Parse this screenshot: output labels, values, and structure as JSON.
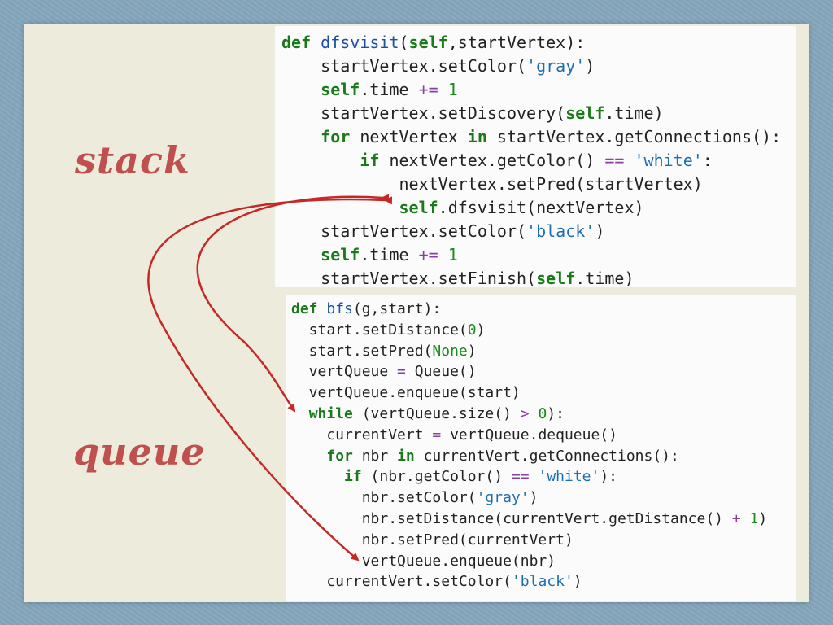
{
  "labels": {
    "stack": "stack",
    "queue": "queue"
  },
  "code_top": [
    [
      [
        "kw",
        "def "
      ],
      [
        "fn",
        "dfsvisit"
      ],
      [
        "",
        "("
      ],
      [
        "self",
        "self"
      ],
      [
        "",
        ",startVertex):"
      ]
    ],
    [
      [
        "",
        "    startVertex.setColor("
      ],
      [
        "st",
        "'gray'"
      ],
      [
        "",
        ")"
      ]
    ],
    [
      [
        "",
        "    "
      ],
      [
        "self",
        "self"
      ],
      [
        "",
        ".time "
      ],
      [
        "op",
        "+="
      ],
      [
        "nm",
        " 1"
      ]
    ],
    [
      [
        "",
        "    startVertex.setDiscovery("
      ],
      [
        "self",
        "self"
      ],
      [
        "",
        ".time)"
      ]
    ],
    [
      [
        "",
        "    "
      ],
      [
        "kw",
        "for"
      ],
      [
        "",
        " nextVertex "
      ],
      [
        "kw",
        "in"
      ],
      [
        "",
        " startVertex.getConnections():"
      ]
    ],
    [
      [
        "",
        "        "
      ],
      [
        "kw",
        "if"
      ],
      [
        "",
        " nextVertex.getColor() "
      ],
      [
        "op",
        "=="
      ],
      [
        "st",
        " 'white'"
      ],
      [
        "",
        ":"
      ]
    ],
    [
      [
        "",
        "            nextVertex.setPred(startVertex)"
      ]
    ],
    [
      [
        "",
        "            "
      ],
      [
        "self",
        "self"
      ],
      [
        "",
        ".dfsvisit(nextVertex)"
      ]
    ],
    [
      [
        "",
        "    startVertex.setColor("
      ],
      [
        "st",
        "'black'"
      ],
      [
        "",
        ")"
      ]
    ],
    [
      [
        "",
        "    "
      ],
      [
        "self",
        "self"
      ],
      [
        "",
        ".time "
      ],
      [
        "op",
        "+="
      ],
      [
        "nm",
        " 1"
      ]
    ],
    [
      [
        "",
        "    startVertex.setFinish("
      ],
      [
        "self",
        "self"
      ],
      [
        "",
        ".time)"
      ]
    ]
  ],
  "code_bottom": [
    [
      [
        "kw",
        "def "
      ],
      [
        "fn",
        "bfs"
      ],
      [
        "",
        "(g,start):"
      ]
    ],
    [
      [
        "",
        "  start.setDistance("
      ],
      [
        "nm",
        "0"
      ],
      [
        "",
        ")"
      ]
    ],
    [
      [
        "",
        "  start.setPred("
      ],
      [
        "nm",
        "None"
      ],
      [
        "",
        ")"
      ]
    ],
    [
      [
        "",
        "  vertQueue "
      ],
      [
        "op",
        "="
      ],
      [
        "",
        " Queue()"
      ]
    ],
    [
      [
        "",
        "  vertQueue.enqueue(start)"
      ]
    ],
    [
      [
        "",
        "  "
      ],
      [
        "kw",
        "while"
      ],
      [
        "",
        " (vertQueue.size() "
      ],
      [
        "op",
        ">"
      ],
      [
        "nm",
        " 0"
      ],
      [
        "",
        "):"
      ]
    ],
    [
      [
        "",
        "    currentVert "
      ],
      [
        "op",
        "="
      ],
      [
        "",
        " vertQueue.dequeue()"
      ]
    ],
    [
      [
        "",
        "    "
      ],
      [
        "kw",
        "for"
      ],
      [
        "",
        " nbr "
      ],
      [
        "kw",
        "in"
      ],
      [
        "",
        " currentVert.getConnections():"
      ]
    ],
    [
      [
        "",
        "      "
      ],
      [
        "kw",
        "if"
      ],
      [
        "",
        " (nbr.getColor() "
      ],
      [
        "op",
        "=="
      ],
      [
        "st",
        " 'white'"
      ],
      [
        "",
        "):"
      ]
    ],
    [
      [
        "",
        "        nbr.setColor("
      ],
      [
        "st",
        "'gray'"
      ],
      [
        "",
        ")"
      ]
    ],
    [
      [
        "",
        "        nbr.setDistance(currentVert.getDistance() "
      ],
      [
        "op",
        "+"
      ],
      [
        "nm",
        " 1"
      ],
      [
        "",
        ")"
      ]
    ],
    [
      [
        "",
        "        nbr.setPred(currentVert)"
      ]
    ],
    [
      [
        "",
        "        vertQueue.enqueue(nbr)"
      ]
    ],
    [
      [
        "",
        "    currentVert.setColor("
      ],
      [
        "st",
        "'black'"
      ],
      [
        "",
        ")"
      ]
    ]
  ],
  "colors": {
    "arrow": "#c62828",
    "label": "#c0504d"
  }
}
